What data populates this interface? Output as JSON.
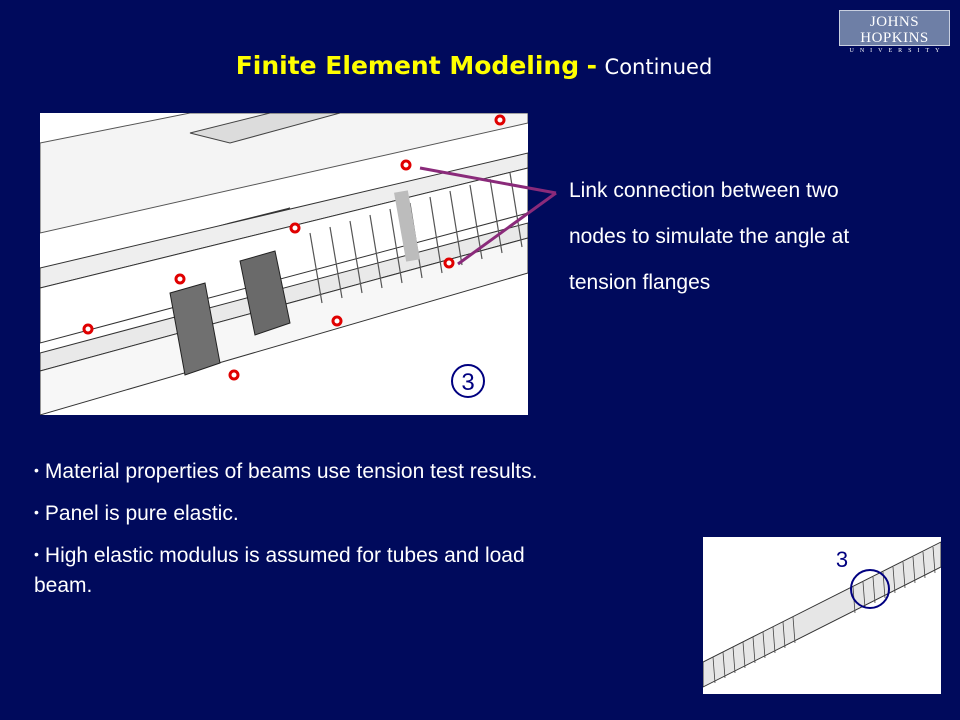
{
  "logo": {
    "line1": "JOHNS HOPKINS",
    "line2": "UNIVERSITY"
  },
  "title": {
    "main": "Finite Element Modeling",
    "dash": "-",
    "sub": "Continued"
  },
  "callout": {
    "line1": "Link connection between two",
    "line2": "nodes to simulate the angle at",
    "line3": "tension flanges"
  },
  "labels": {
    "main_marker": "3",
    "inset_marker": "3"
  },
  "bullets": [
    {
      "text": "Material properties of beams use tension test results."
    },
    {
      "text": "Panel is pure elastic."
    },
    {
      "text": "High elastic modulus is assumed for tubes and load beam."
    }
  ],
  "colors": {
    "background": "#000a5c",
    "title": "#ffff00",
    "node": "#e00000",
    "arrow": "#8a2a7a",
    "marker": "#000080"
  }
}
